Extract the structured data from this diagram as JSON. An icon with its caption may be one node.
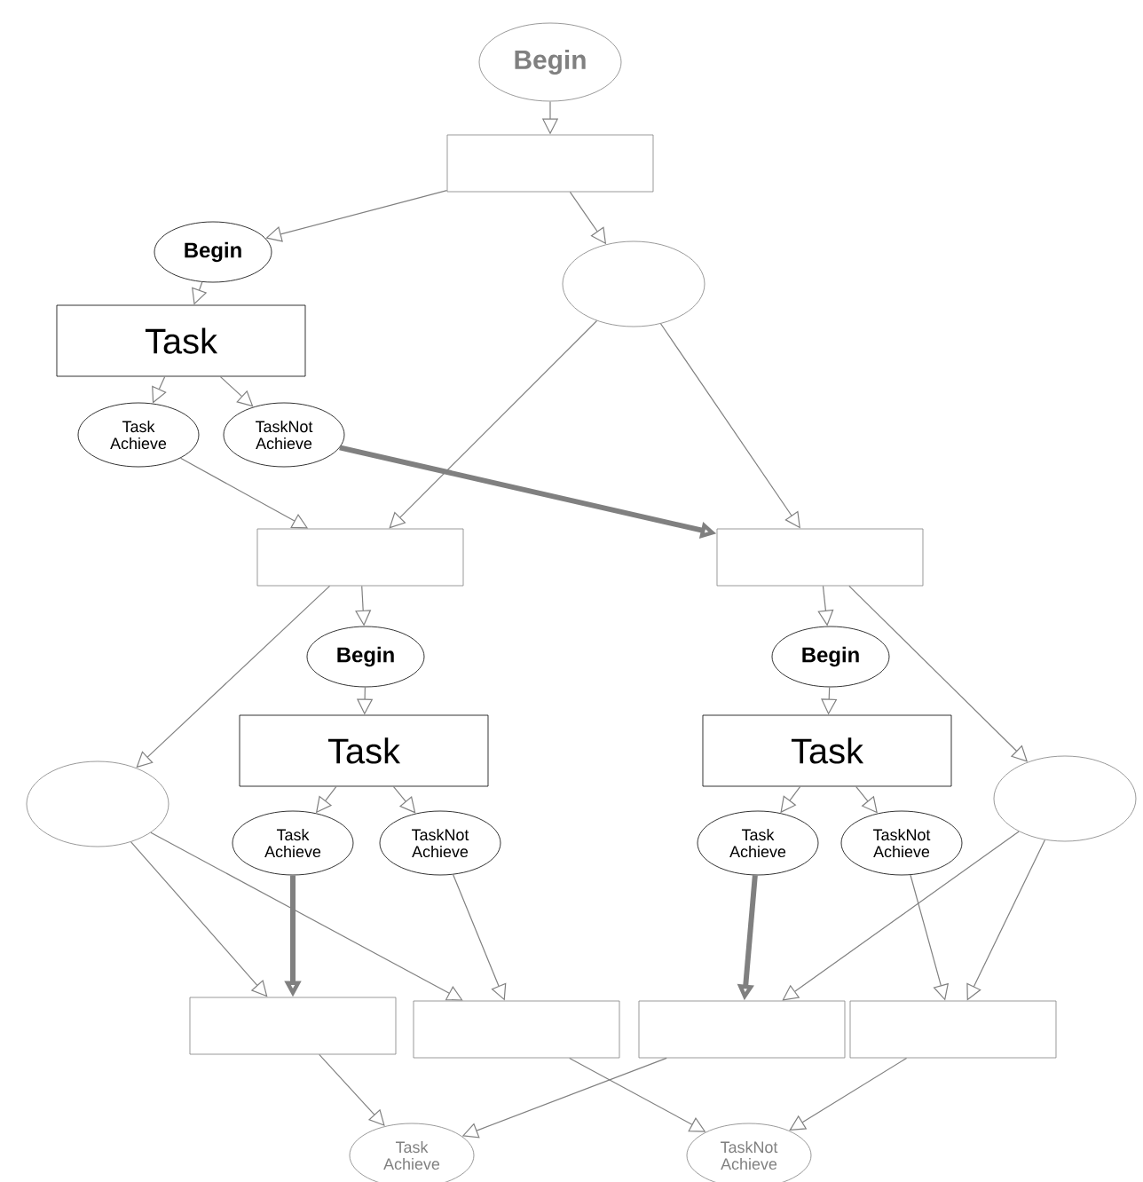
{
  "diagram": {
    "nodes": [
      {
        "text": [
          "Begin"
        ]
      },
      {
        "text": [],
        "shape": "box"
      },
      {
        "text": [
          "Begin"
        ]
      },
      {
        "text": [
          "Task"
        ]
      },
      {
        "text": [
          "Task Achieve"
        ]
      },
      {
        "text": [
          "TaskNot Achieve"
        ]
      },
      {
        "text": [],
        "shape": "circle"
      },
      {
        "text": [],
        "shape": "box"
      },
      {
        "text": [],
        "shape": "box"
      },
      {
        "text": [
          "Begin"
        ]
      },
      {
        "text": [
          "Task"
        ]
      },
      {
        "text": [
          "Task Achieve"
        ]
      },
      {
        "text": [
          "TaskNot Achieve"
        ]
      },
      {
        "text": [
          "Begin"
        ]
      },
      {
        "text": [
          "Task"
        ]
      },
      {
        "text": [
          "Task Achieve"
        ]
      },
      {
        "text": [
          "TaskNot Achieve"
        ]
      },
      {
        "text": [],
        "shape": "circle"
      },
      {
        "text": [],
        "shape": "circle"
      },
      {
        "text": [],
        "shape": "box"
      },
      {
        "text": [],
        "shape": "box"
      },
      {
        "text": [],
        "shape": "box"
      },
      {
        "text": [],
        "shape": "box"
      },
      {
        "text": [
          "Task Achieve"
        ]
      },
      {
        "text": [
          "TaskNot Achieve"
        ]
      }
    ],
    "edges": [
      {
        "from": 0,
        "to": 1,
        "arrow": "to"
      },
      {
        "from": 1,
        "to": 2,
        "arrow": "to"
      },
      {
        "from": 1,
        "to": 6,
        "arrow": "to"
      },
      {
        "from": 2,
        "to": 3,
        "arrow": "to"
      },
      {
        "from": 3,
        "to": 4,
        "arrow": "to"
      },
      {
        "from": 3,
        "to": 5,
        "arrow": "to"
      },
      {
        "from": 6,
        "to": 7,
        "arrow": "to"
      },
      {
        "from": 6,
        "to": 8,
        "arrow": "to"
      },
      {
        "from": 4,
        "to": 7,
        "arrow": "to"
      },
      {
        "from": 5,
        "to": 8,
        "arrow": "to",
        "style": "thick"
      },
      {
        "from": 7,
        "to": 9,
        "arrow": "to"
      },
      {
        "from": 9,
        "to": 10,
        "arrow": "to"
      },
      {
        "from": 10,
        "to": 11,
        "arrow": "to"
      },
      {
        "from": 10,
        "to": 12,
        "arrow": "to"
      },
      {
        "from": 7,
        "to": 17,
        "arrow": "to"
      },
      {
        "from": 8,
        "to": 13,
        "arrow": "to"
      },
      {
        "from": 13,
        "to": 14,
        "arrow": "to"
      },
      {
        "from": 14,
        "to": 15,
        "arrow": "to"
      },
      {
        "from": 14,
        "to": 16,
        "arrow": "to"
      },
      {
        "from": 8,
        "to": 18,
        "arrow": "to"
      },
      {
        "from": 17,
        "to": 19,
        "arrow": "to"
      },
      {
        "from": 17,
        "to": 20,
        "arrow": "to"
      },
      {
        "from": 11,
        "to": 19,
        "arrow": "to",
        "style": "thick"
      },
      {
        "from": 12,
        "to": 20,
        "arrow": "to"
      },
      {
        "from": 15,
        "to": 21,
        "arrow": "to",
        "style": "thick"
      },
      {
        "from": 18,
        "to": 21,
        "arrow": "to"
      },
      {
        "from": 16,
        "to": 22,
        "arrow": "to"
      },
      {
        "from": 18,
        "to": 22,
        "arrow": "to"
      },
      {
        "from": 19,
        "to": 23,
        "arrow": "to"
      },
      {
        "from": 21,
        "to": 23,
        "arrow": "to"
      },
      {
        "from": 20,
        "to": 24,
        "arrow": "to"
      },
      {
        "from": 22,
        "to": 24,
        "arrow": "to"
      }
    ]
  }
}
